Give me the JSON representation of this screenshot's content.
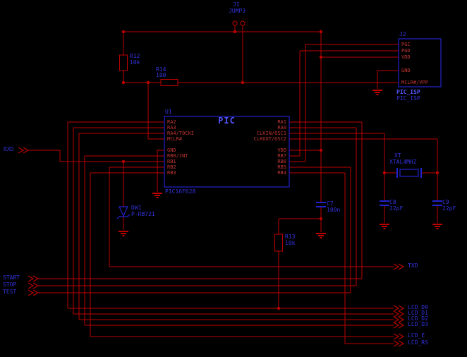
{
  "colors": {
    "background": "#000000",
    "wire": "#bb0000",
    "body": "#2222cc",
    "text_blue": "#3333dd",
    "pin_text": "#c03434",
    "part_name": "#5555ff"
  },
  "parts": {
    "u1": {
      "ref": "U1",
      "name": "PIC",
      "value": "PIC16F628",
      "left_pins": [
        "RA2",
        "RA3",
        "RA4/T0CKI",
        "MCLR#",
        "GND",
        "RB0/INT",
        "RB1",
        "RB2",
        "RB3"
      ],
      "right_pins": [
        "RA1",
        "RA0",
        "CLKIN/OSC1",
        "CLKOUT/OSC2",
        "VDD",
        "RB7",
        "RB6",
        "RB5",
        "RB4"
      ]
    },
    "j2": {
      "ref": "J2",
      "name": "PIC_ISP",
      "value": "PIC_ISP",
      "pins": [
        "PGC",
        "PGD",
        "VDD",
        "GND",
        "MCLR#/VPP"
      ]
    },
    "j1": {
      "ref": "J1",
      "value": "JUMP3"
    },
    "r12": {
      "ref": "R12",
      "value": "10k"
    },
    "r14": {
      "ref": "R14",
      "value": "100"
    },
    "r13": {
      "ref": "R13",
      "value": "10k"
    },
    "c7": {
      "ref": "C7",
      "value": "100n"
    },
    "c8": {
      "ref": "C8",
      "value": "22pF"
    },
    "c9": {
      "ref": "C9",
      "value": "22pF"
    },
    "dw1": {
      "ref": "DW1",
      "value": "P-RB721"
    },
    "xt": {
      "ref": "XT",
      "value": "XTAL4MHZ"
    }
  },
  "nets": {
    "rxd": "RXD",
    "txd": "TXD",
    "start": "START",
    "stop": "STOP",
    "test": "TEST",
    "lcd": [
      "LCD_D0",
      "LCD_D1",
      "LCD_D2",
      "LCD_D3",
      "LCD_E",
      "LCD_RS"
    ]
  }
}
